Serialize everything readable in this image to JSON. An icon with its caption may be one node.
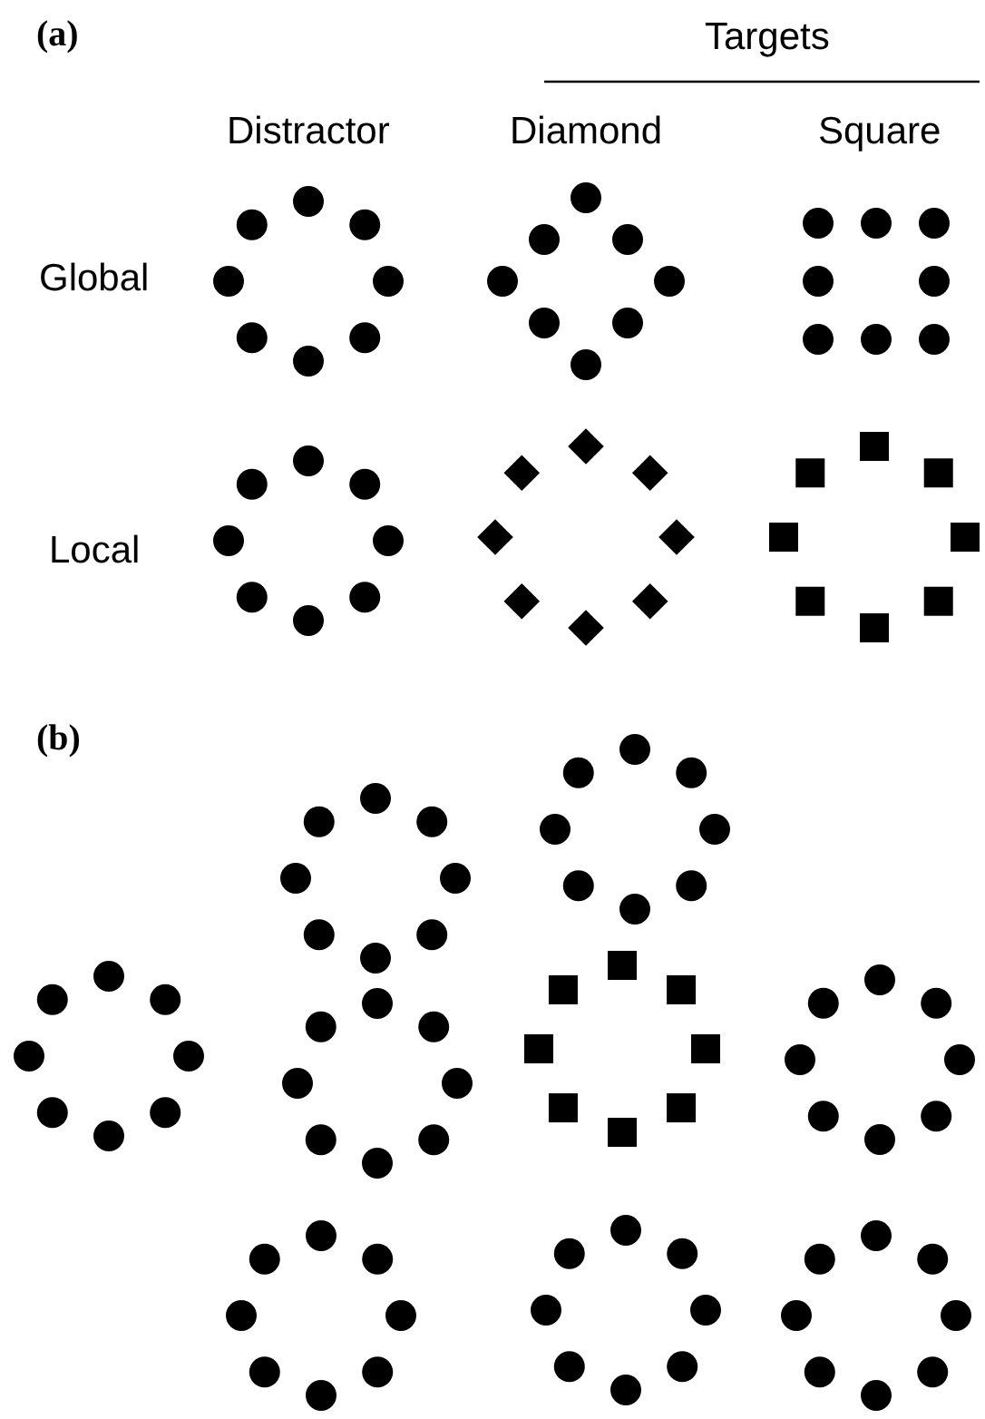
{
  "diagram": {
    "labels": [
      "(a)",
      "Targets",
      "Distractor",
      "Diamond",
      "Square",
      "Global",
      "Local",
      "(b)"
    ]
  }
}
